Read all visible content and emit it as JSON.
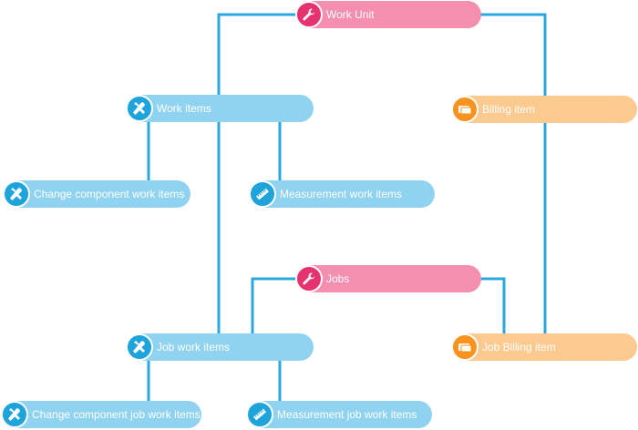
{
  "colors": {
    "connector": "#29a8e0",
    "blue_node": "#8fd3f0",
    "blue_icon": "#1fa3db",
    "pink_node": "#f48fb0",
    "pink_icon": "#e6336f",
    "orange_node": "#fcc98f",
    "orange_icon": "#f7931e"
  },
  "nodes": {
    "work_unit": {
      "label": "Work Unit",
      "icon": "wrench-icon"
    },
    "work_items": {
      "label": "Work items",
      "icon": "tools-icon"
    },
    "billing_item": {
      "label": "Billing item",
      "icon": "billing-icon"
    },
    "change_component_work_items": {
      "label": "Change component work items",
      "icon": "tools-icon"
    },
    "measurement_work_items": {
      "label": "Measurement work items",
      "icon": "ruler-icon"
    },
    "jobs": {
      "label": "Jobs",
      "icon": "wrench-icon"
    },
    "job_work_items": {
      "label": "Job work items",
      "icon": "tools-icon"
    },
    "job_billing_item": {
      "label": "Job Billing item",
      "icon": "billing-icon"
    },
    "change_component_job_work_items": {
      "label": "Change component job work items",
      "icon": "tools-icon"
    },
    "measurement_job_work_items": {
      "label": "Measurement job work items",
      "icon": "ruler-icon"
    }
  }
}
